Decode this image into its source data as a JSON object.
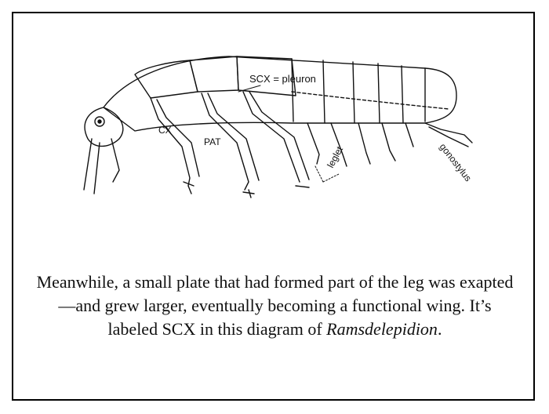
{
  "diagram": {
    "subject": "Ramsdelepidion",
    "labels": {
      "scx": "SCX = pleuron",
      "cx": "CX",
      "pat": "PAT",
      "leglet": "leglet",
      "gonostylus": "gonostylus"
    }
  },
  "caption": {
    "text_before": "Meanwhile, a small plate that had formed part of the leg was exapted—and grew larger, eventually becoming a functional wing. It’s labeled SCX in this diagram of ",
    "italic_name": "Ramsdelepidion",
    "text_after": "."
  },
  "colors": {
    "ink": "#111111",
    "border": "#000000",
    "background": "#ffffff"
  }
}
